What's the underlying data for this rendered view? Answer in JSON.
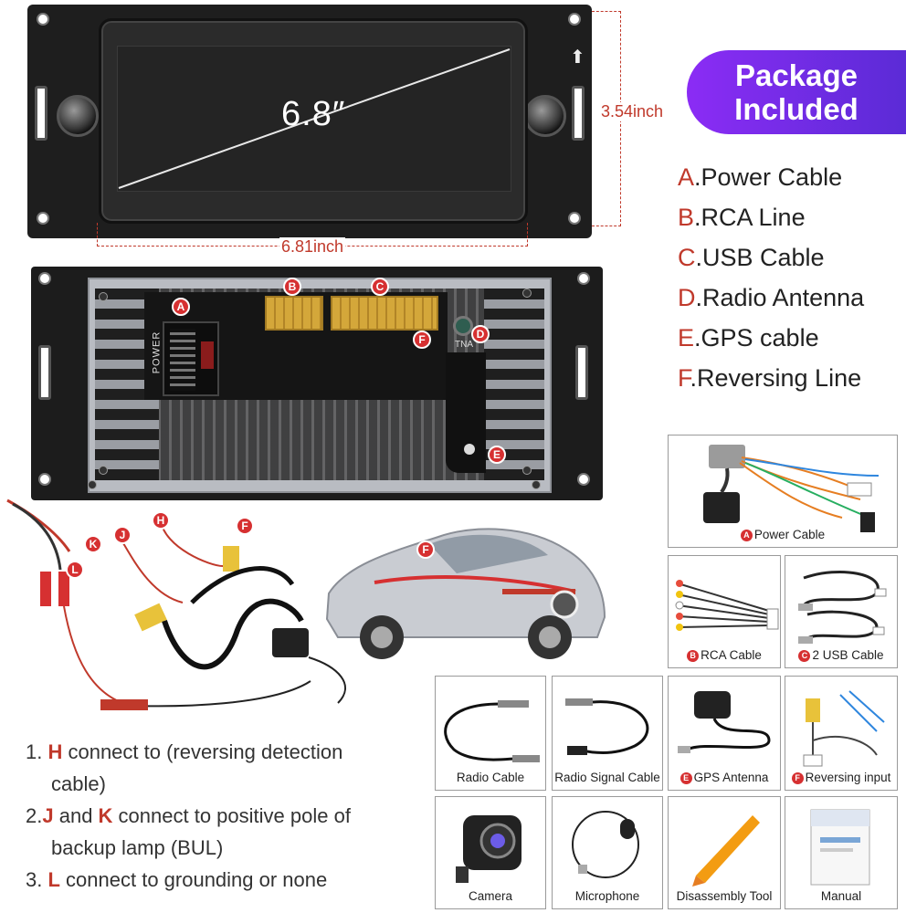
{
  "front": {
    "screen_size": "6.8″",
    "height_label": "3.54inch",
    "width_label": "6.81inch"
  },
  "package": {
    "title_line1": "Package",
    "title_line2": "Included",
    "items": [
      {
        "letter": "A",
        "label": ".Power Cable"
      },
      {
        "letter": "B",
        "label": ".RCA Line"
      },
      {
        "letter": "C",
        "label": ".USB Cable"
      },
      {
        "letter": "D",
        "label": ".Radio Antenna"
      },
      {
        "letter": "E",
        "label": ".GPS cable"
      },
      {
        "letter": "F",
        "label": ".Reversing Line"
      }
    ]
  },
  "back_panel": {
    "power_label": "POWER",
    "antenna_label": "TNA",
    "markers": [
      "A",
      "B",
      "C",
      "D",
      "E",
      "F"
    ]
  },
  "wiring_markers": [
    "K",
    "J",
    "H",
    "F",
    "L"
  ],
  "car_marker": "F",
  "instructions": {
    "line1_num": "1. ",
    "line1_key": "H",
    "line1_text": " connect to (reversing detection",
    "line1_cont": "cable)",
    "line2_num": "2.",
    "line2_key1": "J",
    "line2_mid": " and ",
    "line2_key2": "K",
    "line2_text": " connect to positive pole of",
    "line2_cont": "backup lamp (BUL)",
    "line3_num": "3. ",
    "line3_key": "L",
    "line3_text": " connect to grounding or none"
  },
  "accessories": {
    "power_cable": {
      "marker": "A",
      "label": "Power Cable"
    },
    "rca_cable": {
      "marker": "B",
      "label": "RCA Cable"
    },
    "usb_cable": {
      "marker": "C",
      "label": "2 USB Cable"
    },
    "radio_cable": {
      "label": "Radio Cable"
    },
    "radio_signal_cable": {
      "label": "Radio Signal Cable"
    },
    "gps_antenna": {
      "marker": "E",
      "label": "GPS Antenna"
    },
    "reversing_input": {
      "marker": "F",
      "label": "Reversing input"
    },
    "camera": {
      "label": "Camera"
    },
    "microphone": {
      "label": "Microphone"
    },
    "disassembly_tool": {
      "label": "Disassembly Tool"
    },
    "manual": {
      "label": "Manual"
    }
  },
  "colors": {
    "accent_red": "#c0392b",
    "badge_purple": "#7a2cf0",
    "connector_yellow": "#d4a73a"
  }
}
